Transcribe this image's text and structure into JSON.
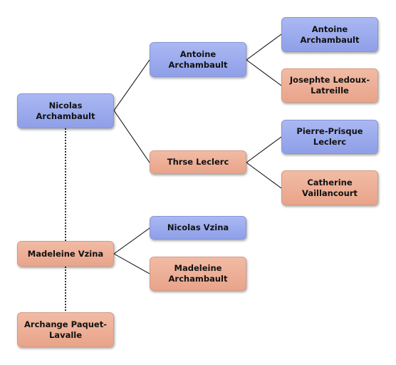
{
  "tree": {
    "nodes": {
      "nicolas_root": {
        "label": "Nicolas Archambault",
        "sex": "male"
      },
      "madeleine_root": {
        "label": "Madeleine Vzina",
        "sex": "female"
      },
      "archange": {
        "label": "Archange Paquet-Lavalle",
        "sex": "female"
      },
      "antoine_father": {
        "label": "Antoine Archambault",
        "sex": "male"
      },
      "therese": {
        "label": "Thrse Leclerc",
        "sex": "female"
      },
      "nicolas_vzina": {
        "label": "Nicolas Vzina",
        "sex": "male"
      },
      "madeleine_arch": {
        "label": "Madeleine Archambault",
        "sex": "female"
      },
      "antoine_gf": {
        "label": "Antoine Archambault",
        "sex": "male"
      },
      "josephte": {
        "label": "Josephte Ledoux-Latreille",
        "sex": "female"
      },
      "pierre": {
        "label": "Pierre-Prisque Leclerc",
        "sex": "male"
      },
      "catherine": {
        "label": "Catherine Vaillancourt",
        "sex": "female"
      }
    },
    "colors": {
      "male": "#9aa9ee",
      "female": "#eeae94",
      "connector": "#000000",
      "spouse_link": "#333333"
    }
  }
}
